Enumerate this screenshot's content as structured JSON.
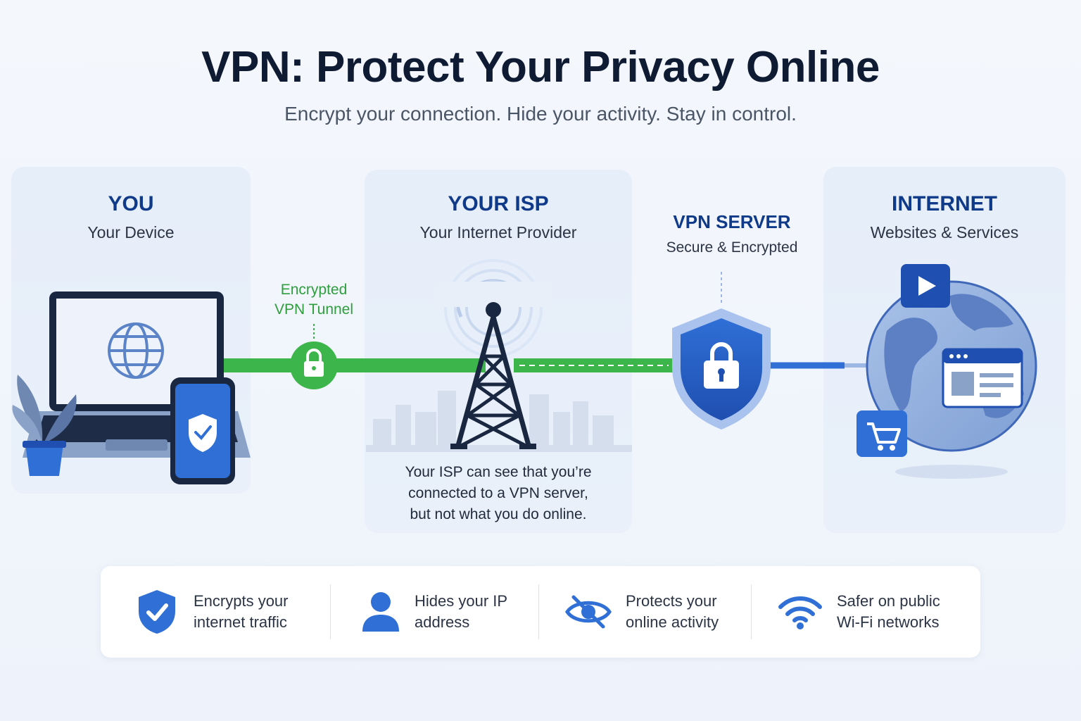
{
  "header": {
    "title": "VPN: Protect Your Privacy Online",
    "subtitle": "Encrypt your connection. Hide your activity. Stay in control."
  },
  "you": {
    "title": "YOU",
    "subtitle": "Your Device"
  },
  "tunnel": {
    "line1": "Encrypted",
    "line2": "VPN Tunnel"
  },
  "isp": {
    "title": "YOUR ISP",
    "subtitle": "Your Internet Provider",
    "note_line1": "Your ISP can see that you’re",
    "note_line2": "connected to a VPN server,",
    "note_line3": "but not what you do online."
  },
  "vpn_server": {
    "title": "VPN SERVER",
    "subtitle": "Secure & Encrypted"
  },
  "internet": {
    "title": "INTERNET",
    "subtitle": "Websites & Services"
  },
  "features": [
    {
      "icon": "shield-check-icon",
      "line1": "Encrypts your",
      "line2": "internet traffic"
    },
    {
      "icon": "user-icon",
      "line1": "Hides your IP",
      "line2": "address"
    },
    {
      "icon": "eye-slash-icon",
      "line1": "Protects your",
      "line2": "online activity"
    },
    {
      "icon": "wifi-icon",
      "line1": "Safer on public",
      "line2": "Wi-Fi networks"
    }
  ],
  "colors": {
    "accent_blue": "#2f6fd6",
    "dark_navy": "#0f3a8a",
    "tunnel_green": "#3cb54a"
  }
}
